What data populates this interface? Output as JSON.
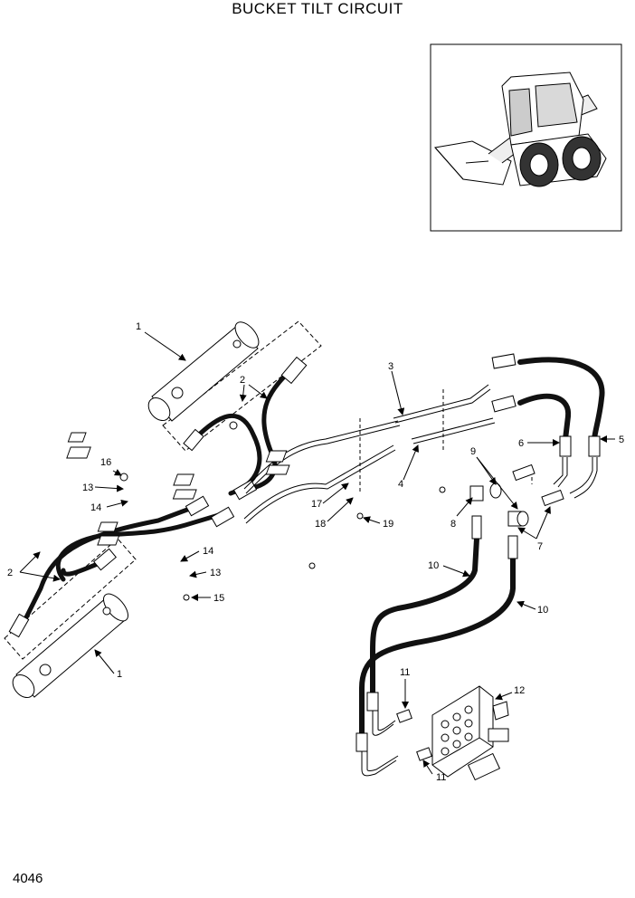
{
  "title": "BUCKET TILT CIRCUIT",
  "page_number": "4046",
  "callouts": {
    "c1a": "1",
    "c1b": "1",
    "c2a": "2",
    "c2b": "2",
    "c3": "3",
    "c4": "4",
    "c5": "5",
    "c6": "6",
    "c7": "7",
    "c8": "8",
    "c9": "9",
    "c10a": "10",
    "c10b": "10",
    "c11a": "11",
    "c11b": "11",
    "c12": "12",
    "c13a": "13",
    "c13b": "13",
    "c14a": "14",
    "c14b": "14",
    "c15": "15",
    "c16": "16",
    "c17": "17",
    "c18": "18",
    "c19": "19"
  }
}
